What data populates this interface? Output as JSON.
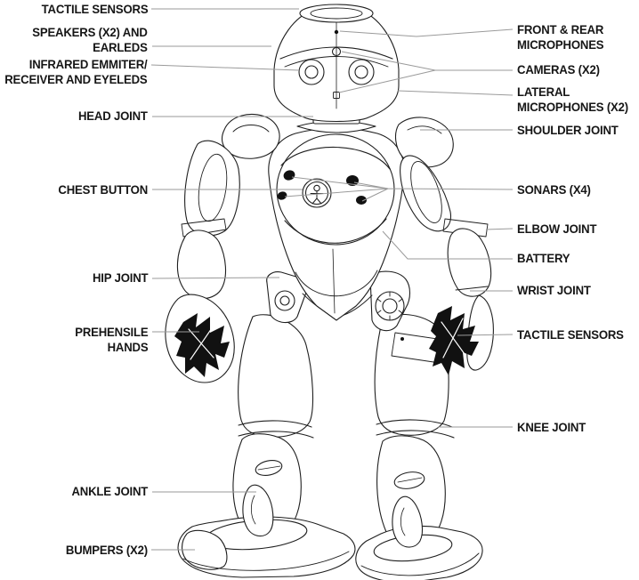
{
  "figure": {
    "subject": "nao-humanoid-robot-line-drawing",
    "style": "technical outline illustration, front view"
  },
  "colors": {
    "background": "#ffffff",
    "drawing_line": "#1f1f1f",
    "leader_line": "#9a9a9a",
    "label_text": "#161616",
    "dark_fill": "#111111"
  },
  "labels": {
    "left": [
      {
        "name": "tactile-sensors-head",
        "lines": [
          "TACTILE SENSORS"
        ]
      },
      {
        "name": "speakers-earleds",
        "lines": [
          "SPEAKERS (X2) AND",
          "EARLEDS"
        ]
      },
      {
        "name": "infrared-eyeleds",
        "lines": [
          "INFRARED EMMITER/",
          "RECEIVER AND EYELEDS"
        ]
      },
      {
        "name": "head-joint",
        "lines": [
          "HEAD JOINT"
        ]
      },
      {
        "name": "chest-button",
        "lines": [
          "CHEST BUTTON"
        ]
      },
      {
        "name": "hip-joint",
        "lines": [
          "HIP JOINT"
        ]
      },
      {
        "name": "prehensile-hands",
        "lines": [
          "PREHENSILE",
          "HANDS"
        ]
      },
      {
        "name": "ankle-joint",
        "lines": [
          "ANKLE JOINT"
        ]
      },
      {
        "name": "bumpers",
        "lines": [
          "BUMPERS (X2)"
        ]
      }
    ],
    "right": [
      {
        "name": "front-rear-microphones",
        "lines": [
          "FRONT & REAR",
          "MICROPHONES"
        ]
      },
      {
        "name": "cameras",
        "lines": [
          "CAMERAS (X2)"
        ]
      },
      {
        "name": "lateral-microphones",
        "lines": [
          "LATERAL",
          "MICROPHONES (X2)"
        ]
      },
      {
        "name": "shoulder-joint",
        "lines": [
          "SHOULDER JOINT"
        ]
      },
      {
        "name": "sonars",
        "lines": [
          "SONARS (X4)"
        ]
      },
      {
        "name": "elbow-joint",
        "lines": [
          "ELBOW JOINT"
        ]
      },
      {
        "name": "battery",
        "lines": [
          "BATTERY"
        ]
      },
      {
        "name": "wrist-joint",
        "lines": [
          "WRIST JOINT"
        ]
      },
      {
        "name": "tactile-sensors-hands",
        "lines": [
          "TACTILE SENSORS"
        ]
      },
      {
        "name": "knee-joint",
        "lines": [
          "KNEE JOINT"
        ]
      }
    ]
  }
}
